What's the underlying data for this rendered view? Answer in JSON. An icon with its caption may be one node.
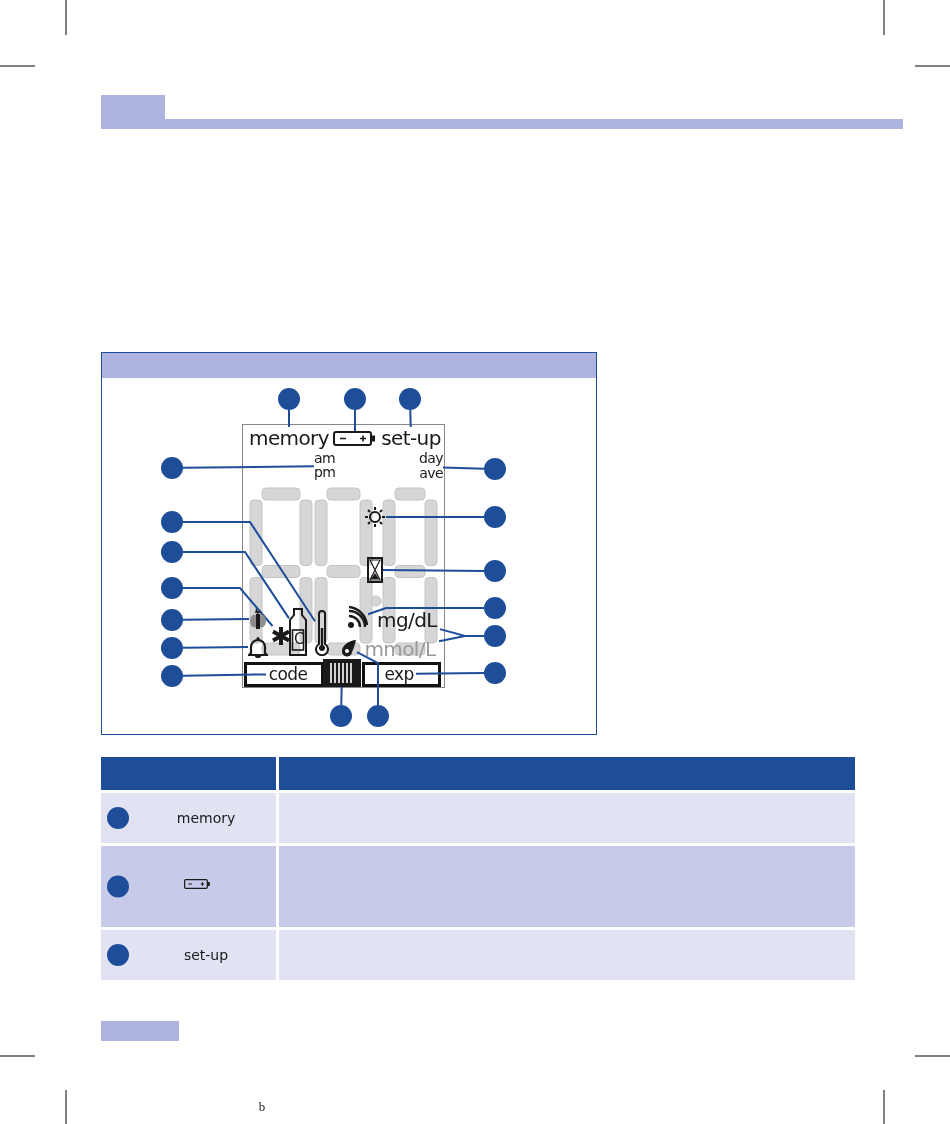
{
  "diagram": {
    "nodes": [
      {
        "text": [],
        "shape": "circle"
      },
      {
        "text": [],
        "shape": "circle"
      },
      {
        "text": [],
        "shape": "circle"
      },
      {
        "text": [
          "memory"
        ]
      },
      {
        "text": [],
        "shape": "battery"
      },
      {
        "text": [
          "set-up"
        ]
      },
      {
        "text": [],
        "shape": "circle"
      },
      {
        "text": [
          "am pm"
        ]
      },
      {
        "text": [
          "day ave"
        ]
      },
      {
        "text": [],
        "shape": "circle"
      },
      {
        "text": [],
        "shape": "circle"
      },
      {
        "text": [],
        "shape": "thermometer"
      },
      {
        "text": [],
        "shape": "circle"
      },
      {
        "text": [
          "C"
        ]
      },
      {
        "text": [],
        "shape": "circle"
      },
      {
        "text": [],
        "shape": "asterisk"
      },
      {
        "text": [],
        "shape": "circle"
      },
      {
        "text": [],
        "shape": "apple"
      },
      {
        "text": [],
        "shape": "circle"
      },
      {
        "text": [],
        "shape": "bell"
      },
      {
        "text": [],
        "shape": "circle"
      },
      {
        "text": [
          "code"
        ]
      },
      {
        "text": [],
        "shape": "circle"
      },
      {
        "text": [],
        "shape": "sun"
      },
      {
        "text": [],
        "shape": "circle"
      },
      {
        "text": [],
        "shape": "hourglass"
      },
      {
        "text": [],
        "shape": "circle"
      },
      {
        "text": [],
        "shape": "signal"
      },
      {
        "text": [],
        "shape": "circle"
      },
      {
        "text": [
          "mg/dL"
        ]
      },
      {
        "text": [
          "mmol/L"
        ]
      },
      {
        "text": [],
        "shape": "circle"
      },
      {
        "text": [
          "exp"
        ]
      },
      {
        "text": [],
        "shape": "circle"
      },
      {
        "text": [],
        "shape": "barcode"
      },
      {
        "text": [],
        "shape": "circle"
      },
      {
        "text": [],
        "shape": "drop"
      }
    ],
    "edges": [
      {
        "from": 0,
        "to": 3,
        "arrow": "none"
      },
      {
        "from": 1,
        "to": 4,
        "arrow": "none"
      },
      {
        "from": 2,
        "to": 5,
        "arrow": "none"
      },
      {
        "from": 6,
        "to": 7,
        "arrow": "none"
      },
      {
        "from": 9,
        "to": 8,
        "arrow": "none"
      },
      {
        "from": 10,
        "to": 11,
        "arrow": "none"
      },
      {
        "from": 12,
        "to": 13,
        "arrow": "none"
      },
      {
        "from": 14,
        "to": 15,
        "arrow": "none"
      },
      {
        "from": 16,
        "to": 17,
        "arrow": "none"
      },
      {
        "from": 18,
        "to": 19,
        "arrow": "none"
      },
      {
        "from": 20,
        "to": 21,
        "arrow": "none"
      },
      {
        "from": 22,
        "to": 23,
        "arrow": "none"
      },
      {
        "from": 24,
        "to": 25,
        "arrow": "none"
      },
      {
        "from": 26,
        "to": 27,
        "arrow": "none"
      },
      {
        "from": 28,
        "to": 29,
        "arrow": "none"
      },
      {
        "from": 28,
        "to": 30,
        "arrow": "none"
      },
      {
        "from": 31,
        "to": 32,
        "arrow": "none"
      },
      {
        "from": 33,
        "to": 34,
        "arrow": "none"
      },
      {
        "from": 35,
        "to": 36,
        "arrow": "none"
      }
    ],
    "labels": [
      "memory",
      "set-up",
      "b"
    ]
  }
}
